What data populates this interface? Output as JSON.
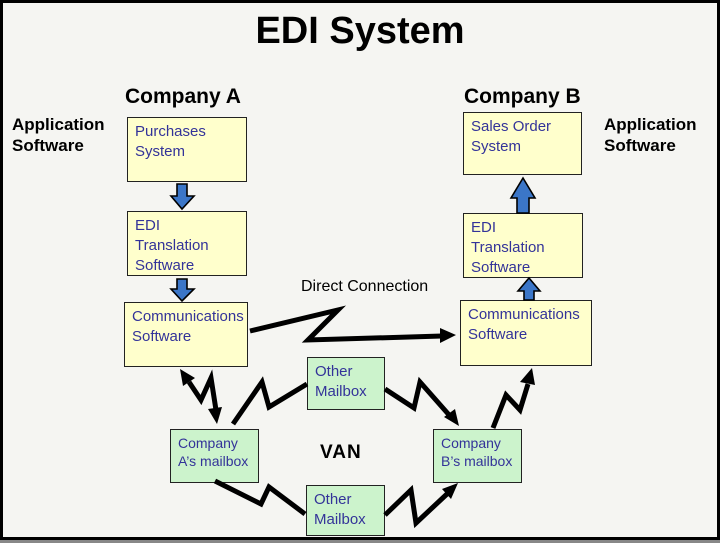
{
  "title": "EDI System",
  "headings": {
    "company_a": "Company A",
    "company_b": "Company B"
  },
  "labels": {
    "application_left": "Application\nSoftware",
    "application_right": "Application\nSoftware",
    "direct_connection": "Direct Connection",
    "van": "VAN"
  },
  "boxes": {
    "purchases": "Purchases\nSystem",
    "sales_order": "Sales Order\nSystem",
    "edi_translation_left": "EDI\nTranslation\nSoftware",
    "edi_translation_right": "EDI\nTranslation\nSoftware",
    "communications_left": "Communications\nSoftware",
    "communications_right": "Communications\nSoftware",
    "other_mailbox_top": "Other\nMailbox",
    "company_a_mailbox": "Company\nA’s mailbox",
    "company_b_mailbox": "Company\nB’s mailbox",
    "other_mailbox_bottom": "Other\nMailbox"
  },
  "colors": {
    "bg": "#F5F5F2",
    "box-yellow": "#FFFFCC",
    "box-green": "#CCF3CC",
    "text-navy": "#333399",
    "arrow-blue": "#3B76C8",
    "line-black": "#000000"
  }
}
